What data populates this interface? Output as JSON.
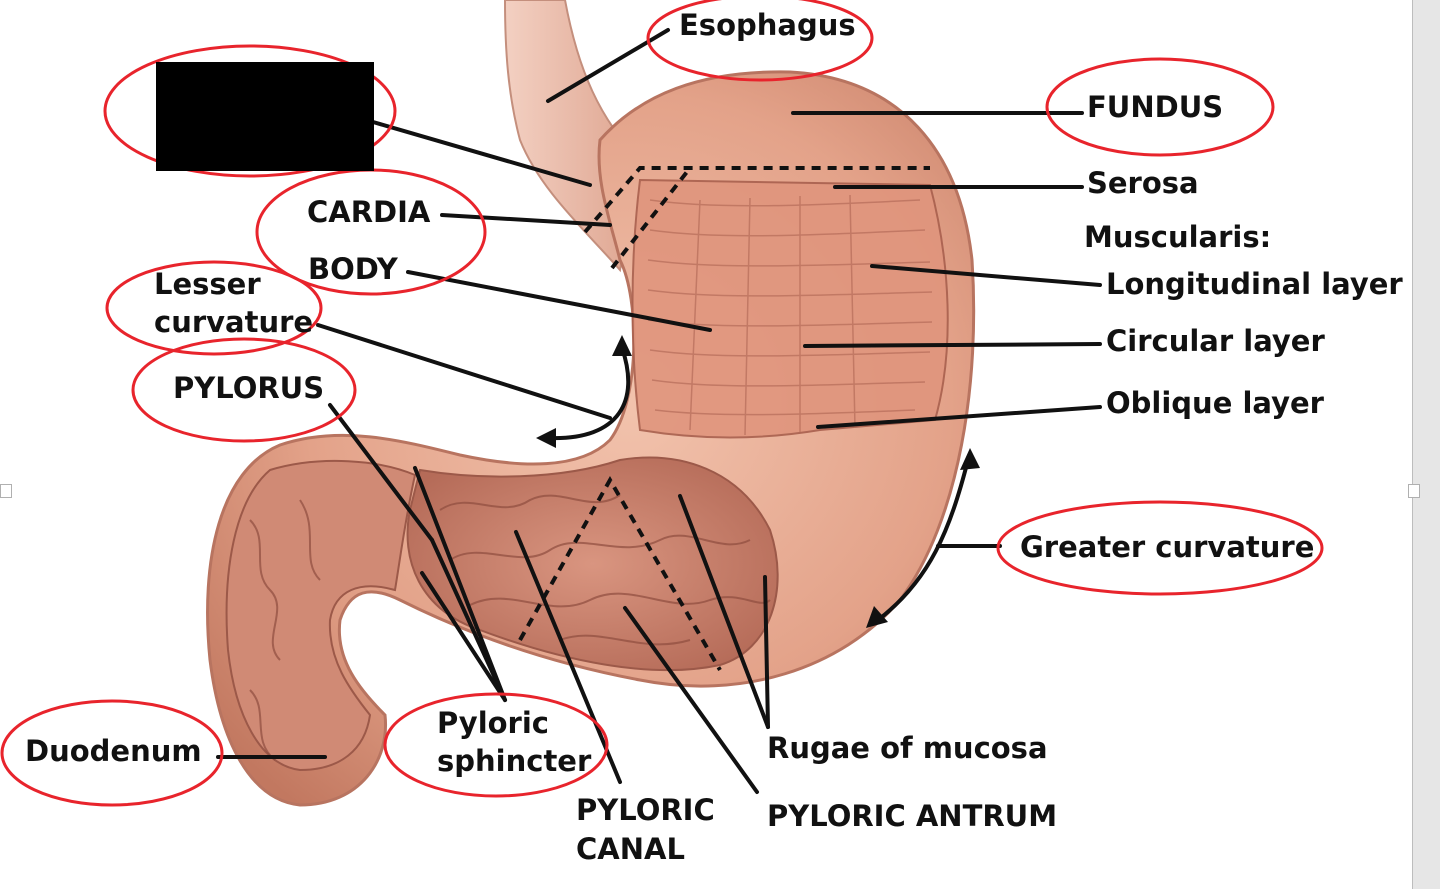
{
  "labels": {
    "esophagus": "Esophagus",
    "fundus": "FUNDUS",
    "serosa": "Serosa",
    "muscularis": "Muscularis:",
    "longitudinal": "Longitudinal layer",
    "circular": "Circular layer",
    "oblique": "Oblique layer",
    "cardia": "CARDIA",
    "body": "BODY",
    "lesser_line1": "Lesser",
    "lesser_line2": "curvature",
    "pylorus": "PYLORUS",
    "greater_curvature": "Greater curvature",
    "duodenum": "Duodenum",
    "pyloric_sphincter_line1": "Pyloric",
    "pyloric_sphincter_line2": "sphincter",
    "pyloric_canal_line1": "PYLORIC",
    "pyloric_canal_line2": "CANAL",
    "rugae": "Rugae of mucosa",
    "pyloric_antrum": "PYLORIC ANTRUM"
  },
  "colors": {
    "annotation_circle": "#e8242c",
    "leader_line": "#111111",
    "tissue": "#e8a890",
    "tissue_dark": "#c97a66",
    "redaction": "#000000"
  }
}
